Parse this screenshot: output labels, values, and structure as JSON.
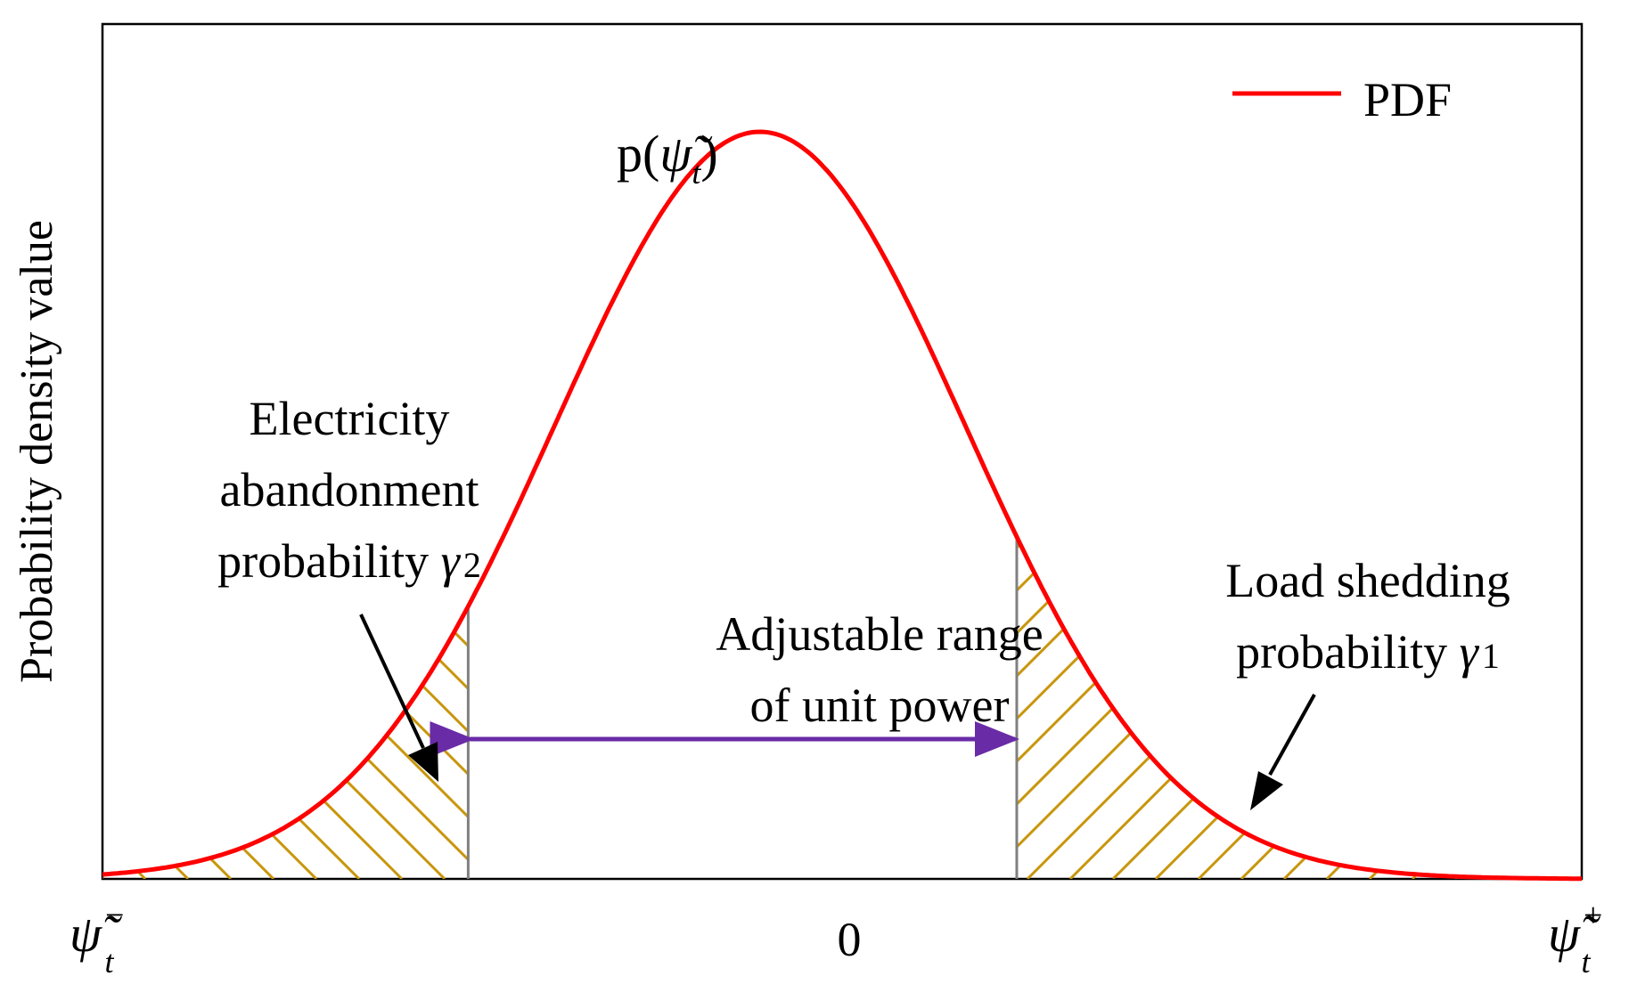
{
  "chart_data": {
    "type": "line",
    "ylabel": "Probability density value",
    "x_ticks": {
      "left": "ψ̃",
      "center": "0",
      "right": "ψ̃"
    },
    "x_tick_sub": {
      "left": "t",
      "right": "t"
    },
    "x_tick_sup": {
      "left": "−",
      "right": "+"
    },
    "legend": {
      "label": "PDF",
      "position": "top-right"
    },
    "curve_label": {
      "p": "p(",
      "psi": "ψ̃",
      "sub": "t",
      "close": ")"
    },
    "series": [
      {
        "name": "PDF",
        "color": "#ff0000",
        "distribution": "normal",
        "mean": 0,
        "std": 1,
        "x_range": [
          -3.2,
          4.0
        ]
      }
    ],
    "regions": {
      "left_bound": -1.42,
      "right_bound": 1.25,
      "hatch_color": "#c8960c",
      "bound_line_color": "#808080"
    },
    "annotations": {
      "adjustable": {
        "line1": "Adjustable range",
        "line2": "of unit power",
        "arrow_color": "#6a2ba6"
      },
      "left_region": {
        "line1": "Electricity",
        "line2": "abandonment",
        "line3": "probability ",
        "symbol": "γ",
        "sub": "2"
      },
      "right_region": {
        "line1": "Load shedding",
        "line2": "probability ",
        "symbol": "γ",
        "sub": "1"
      }
    }
  }
}
